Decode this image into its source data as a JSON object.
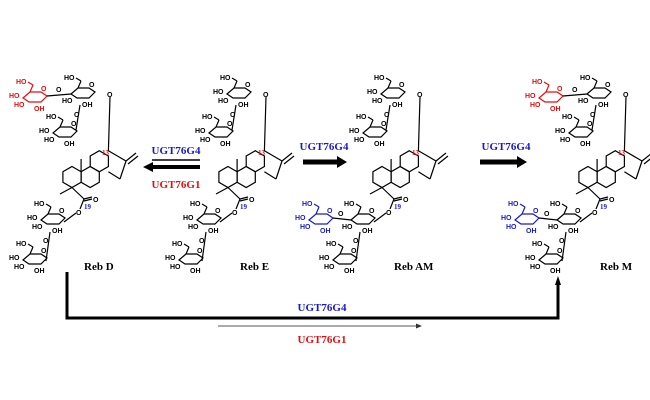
{
  "colors": {
    "black": "#000000",
    "blue": "#1a1acc",
    "red": "#e01010"
  },
  "atom_labels": {
    "ho": "HO",
    "oh": "OH",
    "o": "O",
    "c13": "13",
    "c19": "19"
  },
  "compounds": [
    {
      "name": "Reb D",
      "red_sugar": true,
      "blue_sugar": false
    },
    {
      "name": "Reb E",
      "red_sugar": false,
      "blue_sugar": false
    },
    {
      "name": "Reb AM",
      "red_sugar": false,
      "blue_sugar": true
    },
    {
      "name": "Reb M",
      "red_sugar": true,
      "blue_sugar": true
    }
  ],
  "reactions": {
    "e_to_d_top": "UGT76G4",
    "e_to_d_bottom": "UGT76G1",
    "e_to_am": "UGT76G4",
    "am_to_m": "UGT76G4",
    "d_to_m_top": "UGT76G4",
    "d_to_m_bottom": "UGT76G1"
  }
}
